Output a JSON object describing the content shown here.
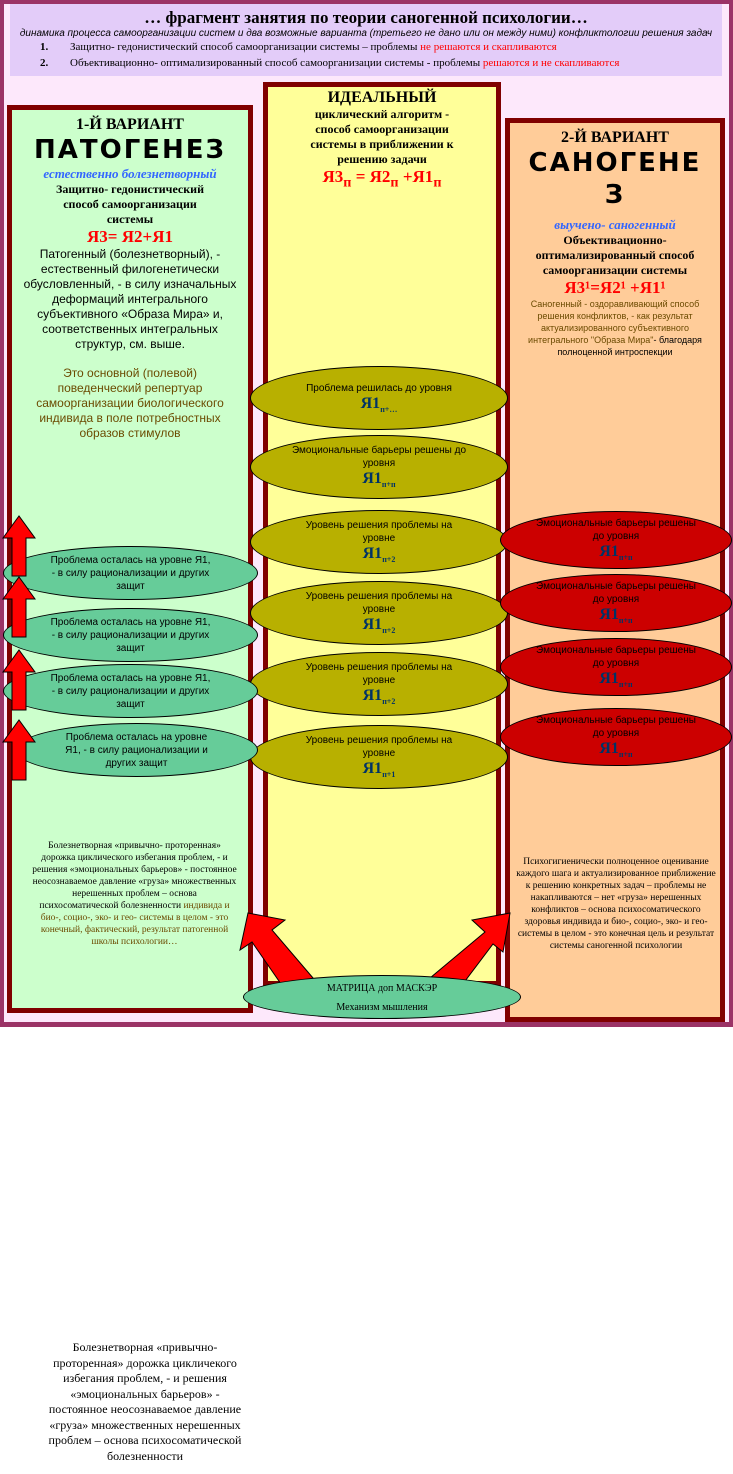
{
  "header": {
    "title": "… фрагмент занятия по теории саногенной психологии…",
    "subtitle": "динамика процесса самоорганизации систем и два возможные  варианта (третьего не дано или он между ними) конфликтологии решения задач",
    "items": [
      {
        "num": "1.",
        "text": "Защитно- гедонистический способ самоорганизации системы – проблемы ",
        "red": "не решаются и скапливаются"
      },
      {
        "num": "2.",
        "text": "Объективационно- оптимализированный способ самоорганизации системы - проблемы ",
        "red": "решаются и не скапливаются"
      }
    ]
  },
  "left": {
    "variant": "1-Й ВАРИАНТ",
    "name": "ПАТОГЕНЕЗ",
    "type": "естественно болезнетворный",
    "method": "Защитно- гедонистический способ самоорганизации системы",
    "formula": "Я3= Я2+Я1",
    "desc": "Патогенный (болезнетворный), - естественный филогенетически обусловленный, -  в силу изначальных деформаций интегрального субъективного «Образа Мира» и, соответственных интегральных структур, см. выше.",
    "desc2": "Это основной (полевой) поведенческий репертуар самоорганизации биологического индивида в поле потребностных образов стимулов",
    "bottom_a": "Болезнетворная «привычно- проторенная» дорожка циклического избегания проблем, - и решения «эмоциональных барьеров» - постоянное неосознаваемое давление «груза» множественных нерешенных проблем – основа психосоматической болезненности ",
    "bottom_b": "индивида и био-, социо-, эко- и гео- системы в целом - это конечный, фактический, результат патогенной школы психологии…"
  },
  "middle": {
    "title": "ИДЕАЛЬНЫЙ",
    "desc": "циклический алгоритм - способ самоорганизации системы в приближении к решению задачи",
    "formula": {
      "a": "Я3",
      "sa": "п",
      "eq": " = Я2",
      "sb": "п",
      "plus": " +Я1",
      "sc": "п"
    }
  },
  "right": {
    "variant": "2-Й ВАРИАНТ",
    "name": "САНОГЕНЕЗ",
    "type": "выучено- саногенный",
    "method": "Объективационно- оптимализированный способ самоорганизации системы",
    "formula": "Я3¹=Я2¹ +Я1¹",
    "desc": "Саногенный - оздоравливающий способ решения конфликтов, - как результат актуализированного субъективного интегрального \"Образа Мира\"",
    "desc_b": "- благодаря полноценной интроспекции",
    "bottom": "Психогигиенически полноценное оценивание каждого шага и актуализированное приближение к решению конкретных задач – проблемы не накапливаются – нет «груза» нерешенных конфликтов – основа психосоматического здоровья индивида и био-, социо-, эко- и гео- системы в целом - это конечная цель и результат системы саногенной психологии"
  },
  "olive": [
    {
      "text": "Проблема решилась до уровня",
      "ya": "Я1",
      "sub": "п+…"
    },
    {
      "text": "Эмоциональные барьеры решены до уровня",
      "ya": "Я1",
      "sub": "п+п"
    },
    {
      "text": "Уровень решения проблемы на уровне",
      "ya": "Я1",
      "sub": "п+2"
    },
    {
      "text": "Уровень решения проблемы на уровне",
      "ya": "Я1",
      "sub": "п+2"
    },
    {
      "text": "Уровень решения проблемы на уровне",
      "ya": "Я1",
      "sub": "п+2"
    },
    {
      "text": "Уровень решения проблемы на уровне",
      "ya": "Я1",
      "sub": "п+1"
    }
  ],
  "red": [
    {
      "text": "Эмоциональные барьеры решены до уровня",
      "ya": "Я1",
      "sub": "п+п"
    },
    {
      "text": "Эмоциональные барьеры решены до уровня",
      "ya": "Я1",
      "sub": "п+п"
    },
    {
      "text": "Эмоциональные барьеры решены до уровня",
      "ya": "Я1",
      "sub": "п+п"
    },
    {
      "text": "Эмоциональные барьеры решены до уровня",
      "ya": "Я1",
      "sub": "п+п"
    }
  ],
  "green": [
    "Проблема осталась на уровне Я1, - в силу рационализации и других защит",
    "Проблема осталась на уровне Я1, - в силу рационализации и других защит",
    "Проблема осталась на уровне Я1, - в силу рационализации и других защит",
    "Проблема осталась на уровне Я1, - в силу рационализации и других защит"
  ],
  "matrix": {
    "line1": "МАТРИЦА доп МАСКЭР",
    "line2": "Механизм мышления"
  },
  "bottom_note": "Болезнетворная «привычно-проторенная» дорожка цикличекого избегания проблем, - и решения «эмоциональных барьеров» - постоянное неосознаваемое давление «груза» множественных нерешенных проблем – основа психосоматической болезненности"
}
